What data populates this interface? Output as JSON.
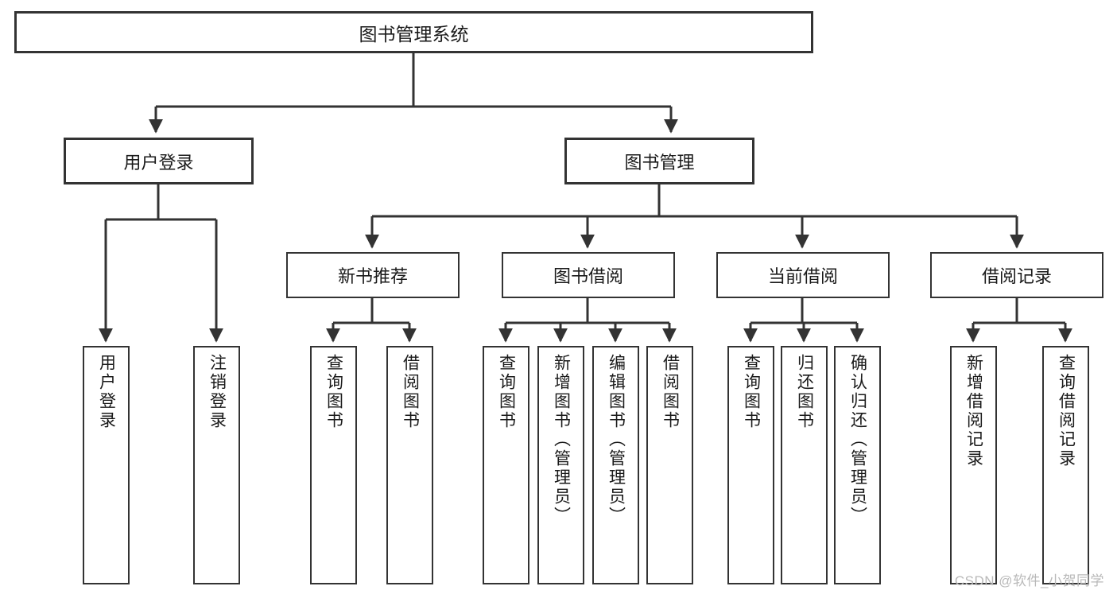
{
  "diagram": {
    "title": "图书管理系统",
    "type": "hierarchical-tree",
    "orientation": "top-down",
    "edge_color": "#333333",
    "box_border_color": "#333333",
    "box_fill_color": "#ffffff",
    "text_color": "#1a1a1a"
  },
  "nodes": {
    "root": {
      "label": "图书管理系统"
    },
    "level1": [
      {
        "label": "用户登录"
      },
      {
        "label": "图书管理"
      }
    ],
    "level2": [
      {
        "label": "新书推荐"
      },
      {
        "label": "图书借阅"
      },
      {
        "label": "当前借阅"
      },
      {
        "label": "借阅记录"
      }
    ],
    "login_leaves": [
      {
        "label": "用户登录"
      },
      {
        "label": "注销登录"
      }
    ],
    "newbook_leaves": [
      {
        "label": "查询图书"
      },
      {
        "label": "借阅图书"
      }
    ],
    "borrow_leaves": [
      {
        "label": "查询图书"
      },
      {
        "label": "新增图书（管理员）"
      },
      {
        "label": "编辑图书（管理员）"
      },
      {
        "label": "借阅图书"
      }
    ],
    "current_leaves": [
      {
        "label": "查询图书"
      },
      {
        "label": "归还图书"
      },
      {
        "label": "确认归还（管理员）"
      }
    ],
    "record_leaves": [
      {
        "label": "新增借阅记录"
      },
      {
        "label": "查询借阅记录"
      }
    ]
  },
  "watermark": {
    "text": "CSDN @软件_小贺同学"
  }
}
